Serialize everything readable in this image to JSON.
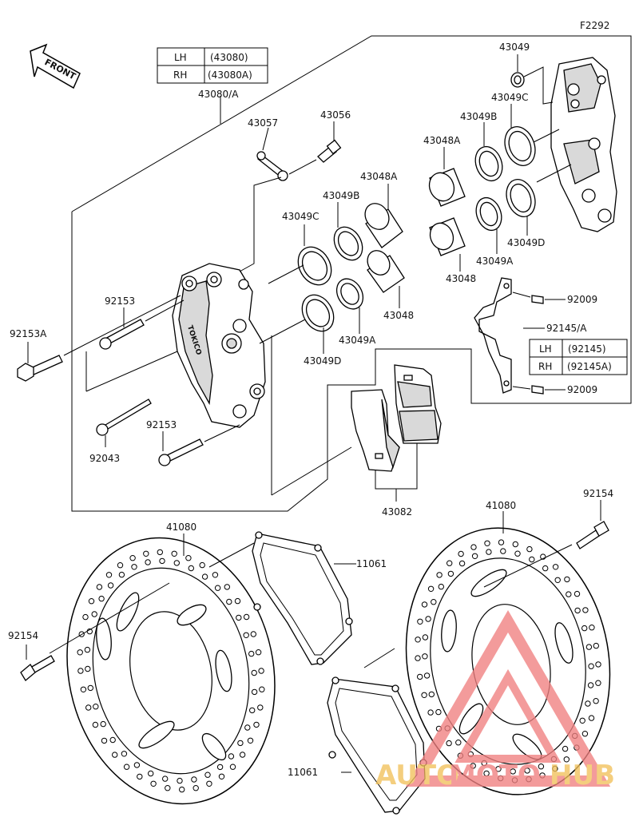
{
  "figure_code": "F2292",
  "front_label": "FRONT",
  "watermark": {
    "text_a": "AUTO",
    "text_b": "MOTO",
    "text_c": "HUB",
    "color": "#f08080",
    "accent": "#f2c15a"
  },
  "caliper_brand": "TOKICO",
  "tables": {
    "caliper": {
      "rows": [
        {
          "side": "LH",
          "part": "(43080)"
        },
        {
          "side": "RH",
          "part": "(43080A)"
        }
      ]
    },
    "bracket": {
      "rows": [
        {
          "side": "LH",
          "part": "(92145)"
        },
        {
          "side": "RH",
          "part": "(92145A)"
        }
      ]
    }
  },
  "labels": {
    "p43080A": "43080/A",
    "p43057": "43057",
    "p43056": "43056",
    "p43049": "43049",
    "p43049C_r": "43049C",
    "p43049B_r": "43049B",
    "p43048A_r": "43048A",
    "p43048A_l": "43048A",
    "p43049B_l": "43049B",
    "p43049C_l": "43049C",
    "p43048_l": "43048",
    "p43048_r": "43048",
    "p43049A_l": "43049A",
    "p43049A_r": "43049A",
    "p43049D_l": "43049D",
    "p43049D_r": "43049D",
    "p92153_a": "92153",
    "p92153A": "92153A",
    "p92153_b": "92153",
    "p92043": "92043",
    "p92009_a": "92009",
    "p92009_b": "92009",
    "p92145A": "92145/A",
    "p43082": "43082",
    "p41080_l": "41080",
    "p41080_r": "41080",
    "p11061_a": "11061",
    "p11061_b": "11061",
    "p92154_l": "92154",
    "p92154_r": "92154"
  }
}
